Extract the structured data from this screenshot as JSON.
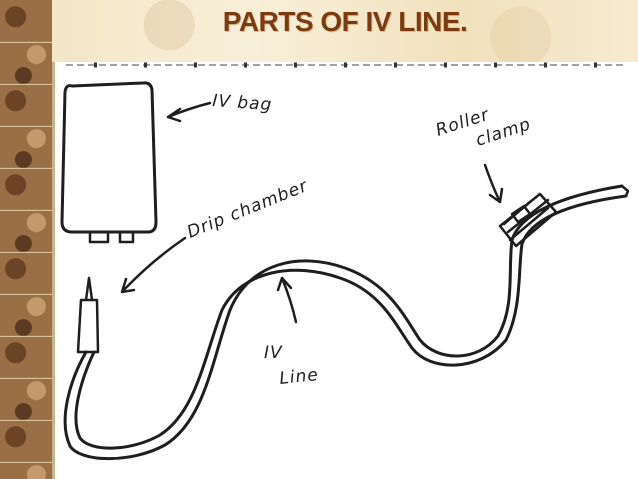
{
  "slide": {
    "title": "PARTS OF IV LINE."
  },
  "labels": {
    "iv_bag": "IV bag",
    "drip_chamber": "Drip chamber",
    "roller_clamp_line1": "Roller",
    "roller_clamp_line2": "clamp",
    "iv_line_line1": "IV",
    "iv_line_line2": "Line"
  },
  "colors": {
    "title": "#7b3a0f",
    "ink": "#1e1e1e",
    "border": "#9a6f45",
    "banner": "#f4e6c7"
  }
}
